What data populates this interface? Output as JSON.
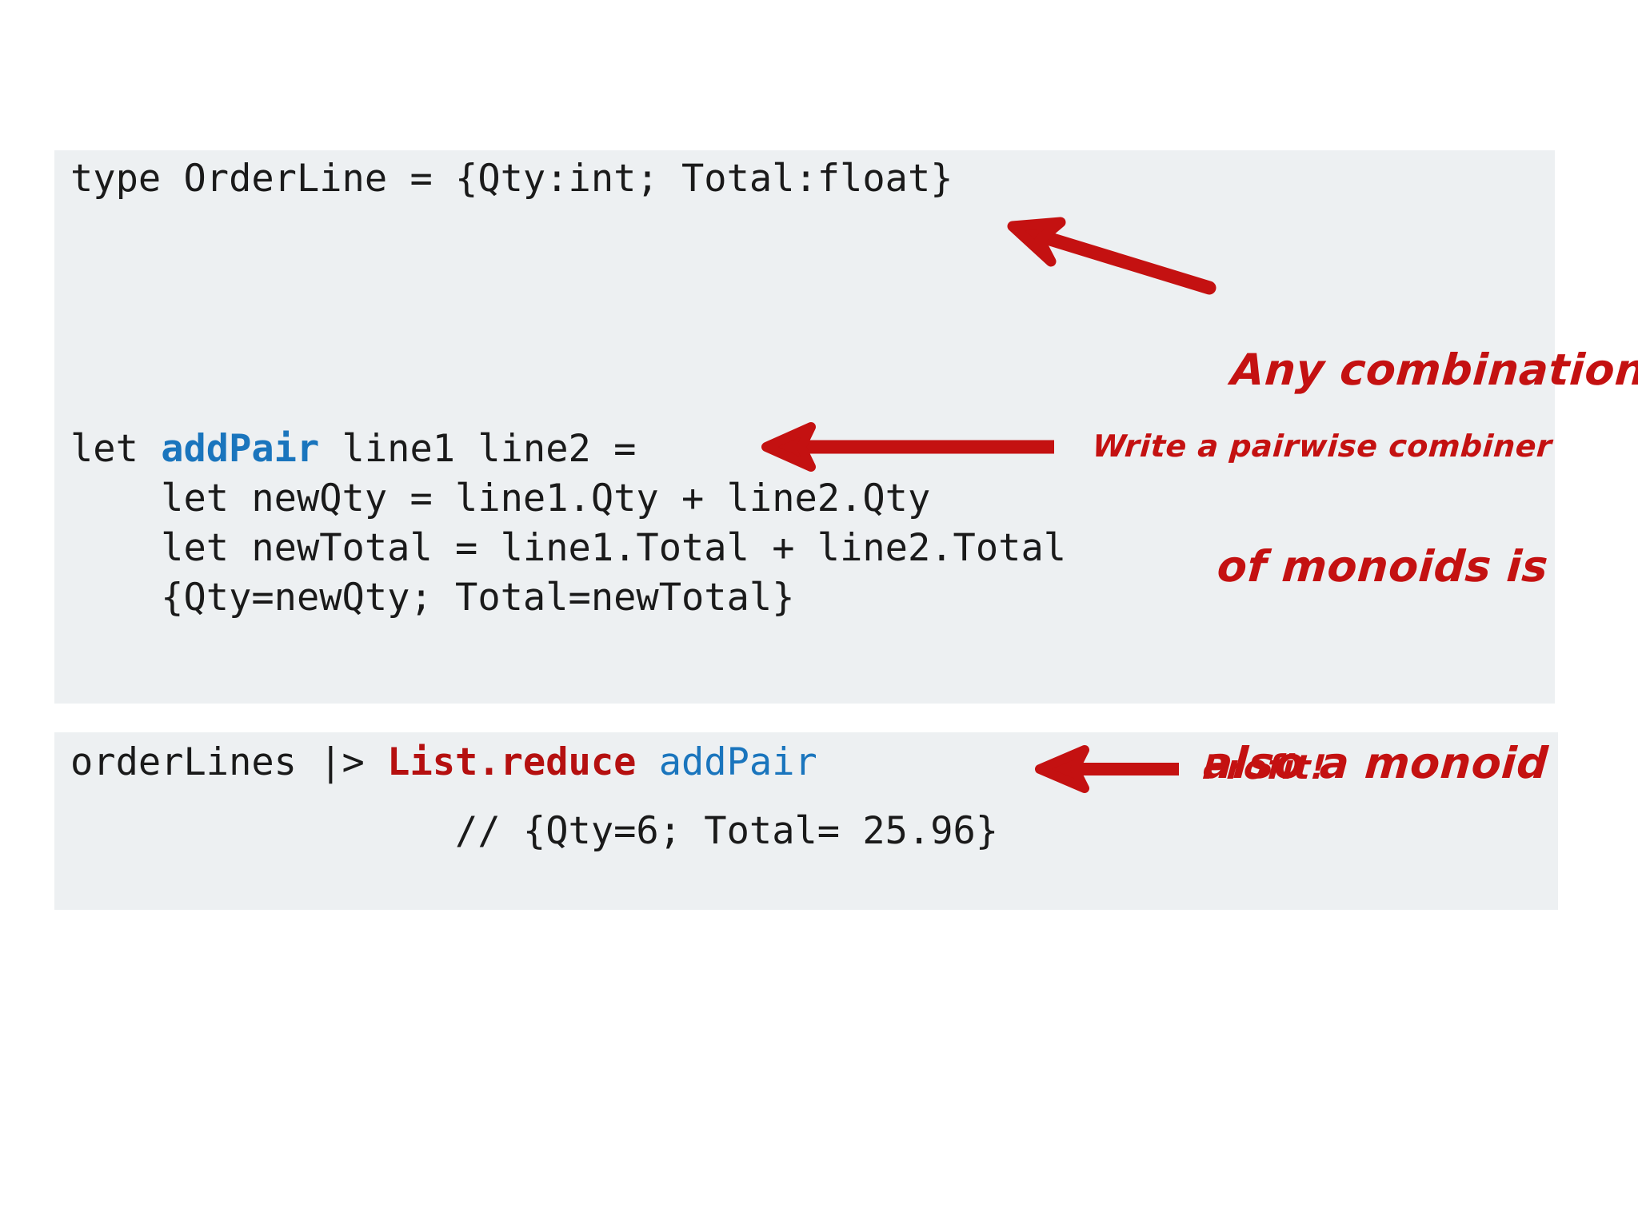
{
  "slide": {
    "background_color": "#ffffff",
    "panel_background_color": "#edf0f2",
    "accent_red": "#c41111",
    "accent_blue": "#1a75bd",
    "code_red": "#b51010",
    "code_text_color": "#1a1a1a"
  },
  "code_blocks": {
    "definition": {
      "lines": {
        "type_decl_pre": "type OrderLine = {Qty:int; Total:float}",
        "addpair_pre": "let ",
        "addpair_name": "addPair",
        "addpair_post": " line1 line2 =",
        "new_qty": "    let newQty = line1.Qty + line2.Qty",
        "new_total": "    let newTotal = line1.Total + line2.Total",
        "record": "    {Qty=newQty; Total=newTotal}"
      }
    },
    "usage": {
      "lines": {
        "reduce_pre": "orderLines |> ",
        "reduce_fn": "List.reduce",
        "reduce_post": " ",
        "reduce_arg": "addPair",
        "comment": "                 // {Qty=6; Total= 25.96}"
      }
    }
  },
  "annotations": {
    "monoid_note": {
      "line1": "Any combination",
      "line2": "of monoids is",
      "line3": "also a monoid",
      "arrow": "diagonal-arrow-left"
    },
    "combiner_note": {
      "text": "Write a pairwise combiner",
      "arrow": "horizontal-arrow-left"
    },
    "profit_note": {
      "text": "Profit!",
      "arrow": "horizontal-arrow-left"
    }
  }
}
